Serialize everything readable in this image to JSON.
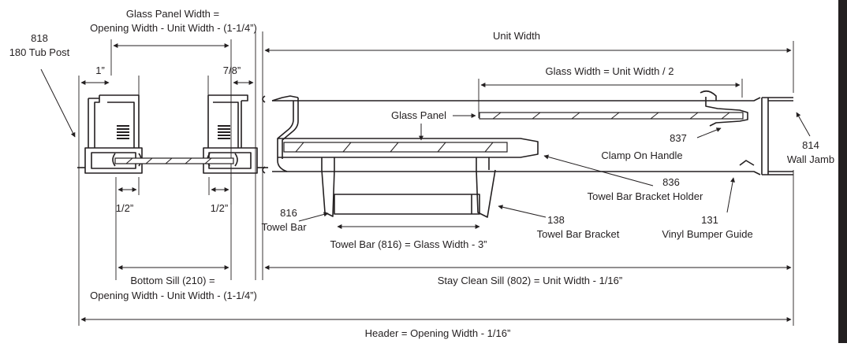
{
  "labels": {
    "glass_panel_width_1": "Glass Panel Width =",
    "glass_panel_width_2": "Opening Width - Unit Width - (1-1/4”)",
    "post_number": "818",
    "post_name": "180 Tub Post",
    "dim_1in": "1”",
    "dim_7_8": "7/8”",
    "dim_half_left": "1/2”",
    "dim_half_right": "1/2”",
    "unit_width": "Unit Width",
    "glass_width": "Glass Width = Unit Width / 2",
    "glass_panel": "Glass Panel",
    "clamp_number": "837",
    "clamp_name": "Clamp On Handle",
    "wall_jamb_number": "814",
    "wall_jamb_name": "Wall Jamb",
    "holder_number": "836",
    "holder_name": "Towel Bar Bracket Holder",
    "towel_bar_number": "816",
    "towel_bar_name": "Towel Bar",
    "bracket_number": "138",
    "bracket_name": "Towel Bar Bracket",
    "bumper_number": "131",
    "bumper_name": "Vinyl Bumper Guide",
    "towel_bar_formula": "Towel Bar (816) = Glass Width - 3”",
    "bottom_sill_1": "Bottom Sill (210) =",
    "bottom_sill_2": "Opening Width - Unit Width - (1-1/4”)",
    "stay_clean_sill": "Stay Clean Sill (802) = Unit Width - 1/16”",
    "header": "Header = Opening Width - 1/16”"
  },
  "colors": {
    "ink": "#231f20",
    "background": "#ffffff",
    "right_edge_bar": "#231f20"
  }
}
